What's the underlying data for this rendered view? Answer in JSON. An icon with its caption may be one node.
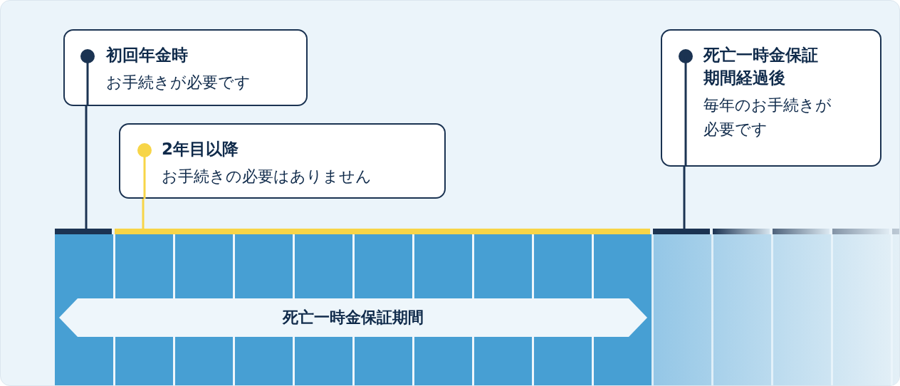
{
  "diagram": {
    "nodes": [
      {
        "text": [
          "初回年金時",
          "お手続きが必要です"
        ]
      },
      {
        "text": [
          "2年目以降",
          "お手続きの必要はありません"
        ]
      },
      {
        "text": [
          "死亡一時金保証期間経過後",
          "毎年のお手続きが必要です"
        ]
      },
      {
        "text": [],
        "shape": "bar"
      },
      {
        "text": [],
        "shape": "bar"
      },
      {
        "text": [],
        "shape": "bar"
      },
      {
        "text": [
          "死亡一時金保証期間"
        ]
      }
    ],
    "edges": [
      {
        "from": 0,
        "to": 3,
        "arrow": "none"
      },
      {
        "from": 1,
        "to": 4,
        "arrow": "none",
        "color": "#f7d548"
      },
      {
        "from": 2,
        "to": 5,
        "arrow": "none"
      }
    ]
  }
}
